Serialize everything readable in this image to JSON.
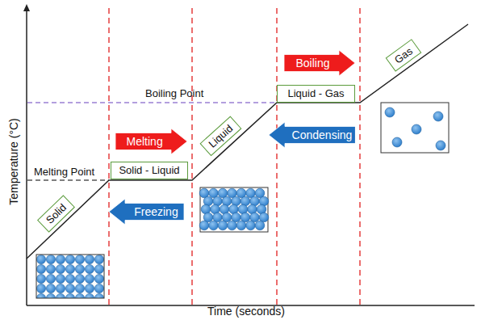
{
  "diagram": {
    "nodes": [
      {
        "text": [
          "Boiling"
        ]
      },
      {
        "text": [
          "Gas"
        ]
      },
      {
        "text": [
          "Liquid - Gas"
        ]
      },
      {
        "text": [
          "Condensing"
        ]
      },
      {
        "text": [
          "Melting"
        ]
      },
      {
        "text": [
          "Liquid"
        ]
      },
      {
        "text": [
          "Solid - Liquid"
        ]
      },
      {
        "text": [
          "Freezing"
        ]
      },
      {
        "text": [
          "Solid"
        ]
      }
    ],
    "labels": [
      "Boiling Point",
      "Melting Point",
      "Temperature (°C)",
      "Time (seconds)"
    ]
  }
}
